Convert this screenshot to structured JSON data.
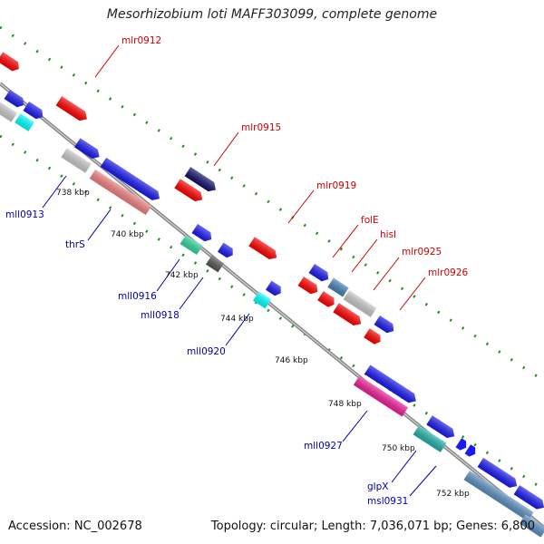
{
  "title": "Mesorhizobium loti MAFF303099, complete genome",
  "accession": "Accession: NC_002678",
  "summary": "Topology: circular; Length: 7,036,071 bp; Genes: 6,800",
  "colors": {
    "backbone": "#888888",
    "track_dots": "#228B22",
    "forward_label": "#cc0000",
    "reverse_label": "#0000aa"
  },
  "ticks": [
    "738 kbp",
    "740 kbp",
    "742 kbp",
    "744 kbp",
    "746 kbp",
    "748 kbp",
    "750 kbp",
    "752 kbp"
  ],
  "forward_labels": [
    "mlr0912",
    "mlr0915",
    "mlr0919",
    "folE",
    "hisI",
    "mlr0925",
    "mlr0926"
  ],
  "reverse_labels": [
    "mll0913",
    "thrS",
    "mll0916",
    "mll0918",
    "mll0920",
    "mll0927",
    "glpX",
    "msl0931"
  ]
}
